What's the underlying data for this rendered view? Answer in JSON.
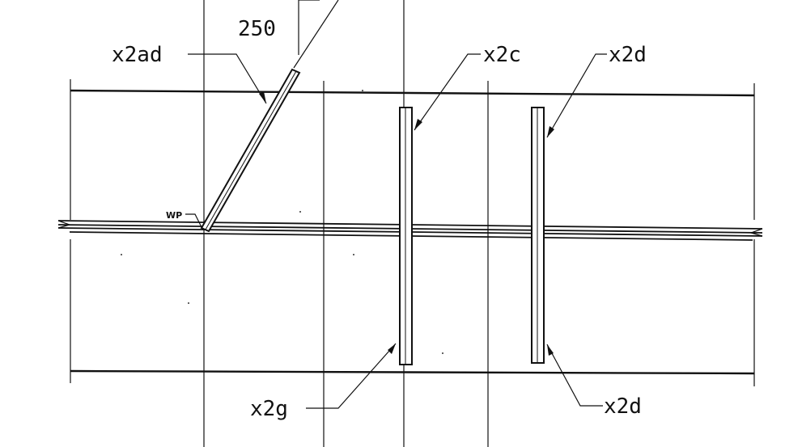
{
  "drawing": {
    "dimension": {
      "text": "250"
    },
    "work_point": {
      "text": "WP"
    },
    "callouts": [
      {
        "id": "x2ad",
        "text": "x2ad"
      },
      {
        "id": "x2c",
        "text": "x2c"
      },
      {
        "id": "x2d_top",
        "text": "x2d"
      },
      {
        "id": "x2g",
        "text": "x2g"
      },
      {
        "id": "x2d_bottom",
        "text": "x2d"
      }
    ],
    "colors": {
      "ink": "#111111",
      "paper": "#ffffff"
    }
  }
}
